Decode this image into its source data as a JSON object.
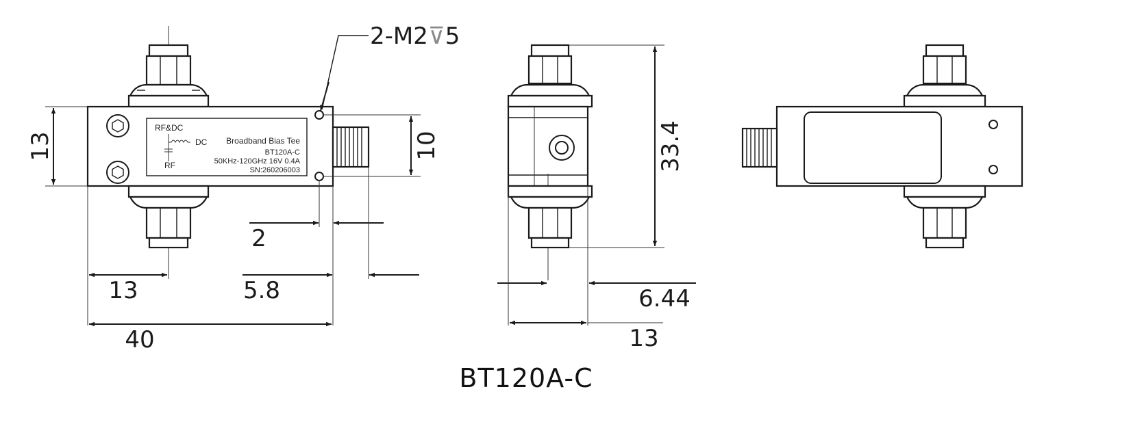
{
  "title": "BT120A-C",
  "label_plate": {
    "rfdc": "RF&DC",
    "dc": "DC",
    "rf": "RF",
    "name": "Broadband Bias Tee",
    "model": "BT120A-C",
    "spec": "50KHz-120GHz 16V 0.4A",
    "serial": "SN:260206003"
  },
  "callout": {
    "prefix": "2-M2",
    "depth_symbol": "⊽",
    "depth": "5"
  },
  "dimensions": {
    "front_height": "13",
    "port_height": "10",
    "hole_offset": "2",
    "connector_offset": "13",
    "connector_length": "5.8",
    "total_length": "40",
    "side_height": "33.4",
    "side_offset": "6.44",
    "side_width": "13"
  }
}
